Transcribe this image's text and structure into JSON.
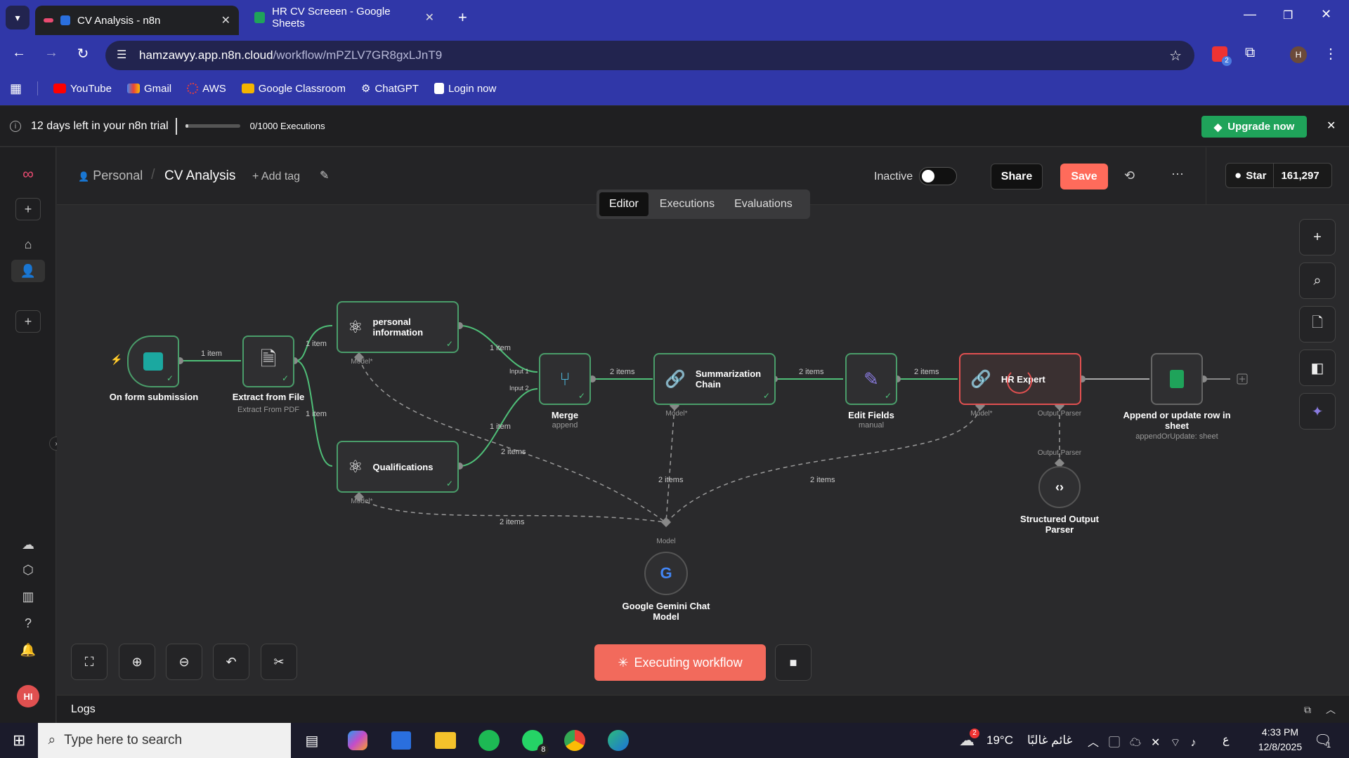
{
  "browser": {
    "tabs": [
      {
        "title": "CV Analysis - n8n",
        "active": true
      },
      {
        "title": "HR CV Screeen - Google Sheets",
        "active": false
      }
    ],
    "url_host": "hamzawyy.app.n8n.cloud",
    "url_path": "/workflow/mPZLV7GR8gxLJnT9",
    "bookmarks": [
      "YouTube",
      "Gmail",
      "AWS",
      "Google Classroom",
      "ChatGPT",
      "Login now"
    ],
    "profile_initial": "H",
    "extension_badge": "2"
  },
  "trial": {
    "text": "12 days left in your n8n trial",
    "executions": "0/1000 Executions",
    "upgrade_label": "Upgrade now"
  },
  "header": {
    "breadcrumb_project": "Personal",
    "workflow_name": "CV Analysis",
    "add_tag": "+ Add tag",
    "status_label": "Inactive",
    "share_label": "Share",
    "save_label": "Save",
    "github_star": "Star",
    "github_count": "161,297",
    "tabs": [
      "Editor",
      "Executions",
      "Evaluations"
    ],
    "active_tab": "Editor"
  },
  "nodes": {
    "form": {
      "title": "On form submission"
    },
    "extract": {
      "title": "Extract from File",
      "subtitle": "Extract From PDF"
    },
    "personal": {
      "title": "personal information",
      "port": "Model*"
    },
    "qual": {
      "title": "Qualifications",
      "port": "Model*"
    },
    "merge": {
      "title": "Merge",
      "subtitle": "append",
      "input1": "Input 1",
      "input2": "Input 2"
    },
    "summ": {
      "title": "Summarization Chain",
      "port": "Model*"
    },
    "edit": {
      "title": "Edit Fields",
      "subtitle": "manual"
    },
    "hr": {
      "title": "HR Expert",
      "port_model": "Model*",
      "port_parser": "Output Parser"
    },
    "sheet": {
      "title": "Append or update row in sheet",
      "subtitle": "appendOrUpdate: sheet"
    },
    "parser": {
      "title": "Structured Output Parser",
      "port": "Output Parser"
    },
    "gemini": {
      "title": "Google Gemini Chat Model",
      "port": "Model"
    }
  },
  "edges": {
    "e1": "1 item",
    "e2": "1 item",
    "e3": "1 item",
    "e4": "1 item",
    "e5": "1 item",
    "e6": "2 items",
    "e7": "2 items",
    "e8": "2 items",
    "m1": "2 items",
    "m2": "2 items",
    "m3": "2 items",
    "m4": "2 items"
  },
  "canvas": {
    "executing_label": "Executing workflow"
  },
  "logs_label": "Logs",
  "taskbar": {
    "search_placeholder": "Type here to search",
    "weather_temp": "19°C",
    "weather_text": "غائم غالبًا",
    "weather_badge": "2",
    "time": "4:33 PM",
    "date": "12/8/2025",
    "lang": "ع",
    "whatsapp_badge": "8",
    "notif_badge": "1"
  },
  "colors": {
    "chrome_blue": "#3037a8",
    "save_red": "#ff6b5b",
    "upgrade_green": "#1fa35a",
    "node_green": "#4a9d6a",
    "node_error": "#e05050"
  }
}
